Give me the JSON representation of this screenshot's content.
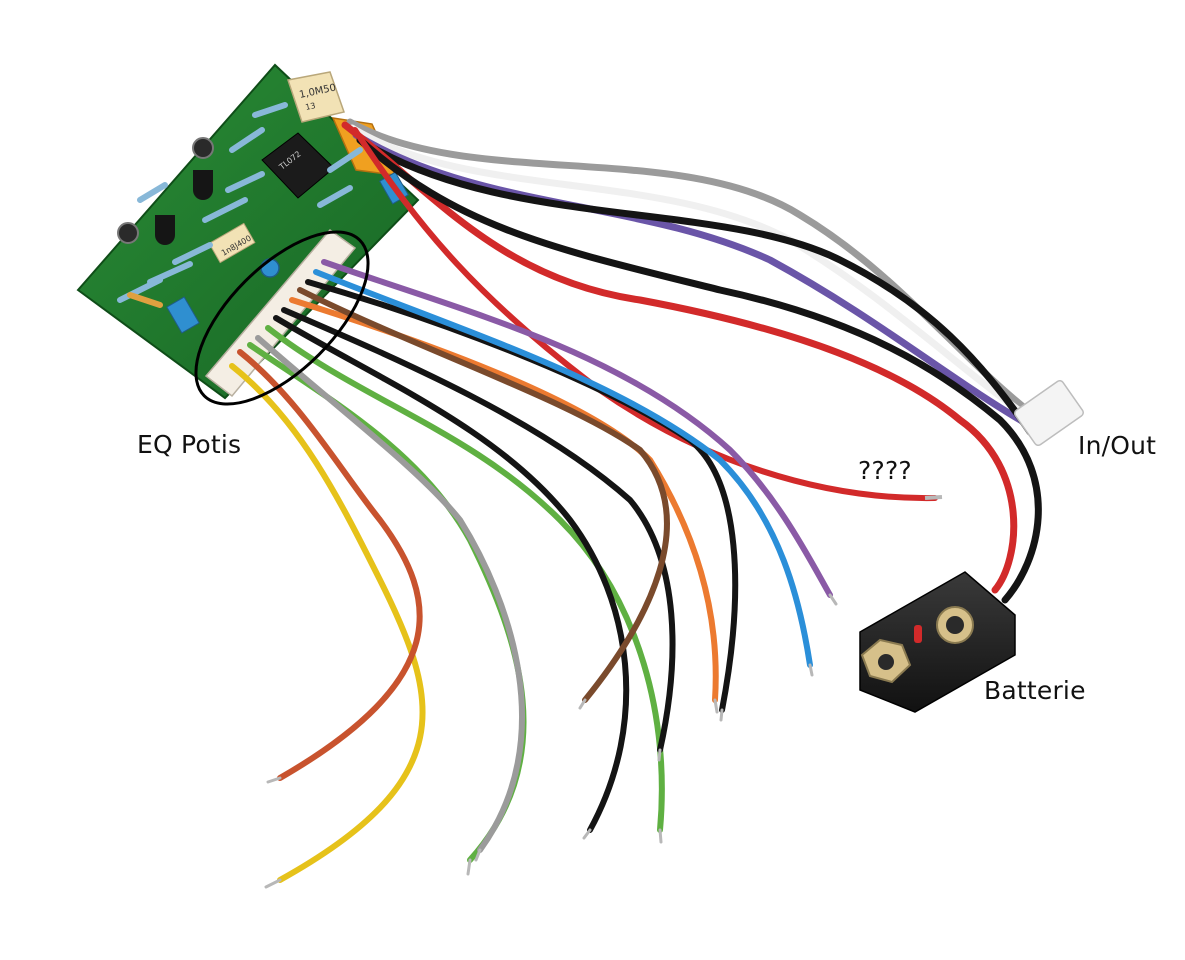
{
  "labels": {
    "eq_potis": "EQ Potis",
    "unknown_wire": "????",
    "in_out": "In/Out",
    "battery": "Batterie"
  },
  "components": {
    "pot_resistor_text": "1,0M50",
    "pot_resistor_subtext": "13",
    "chip_text": "TL072",
    "capacitor_text": "1n8J400"
  },
  "colors": {
    "pcb": "#1f7a2e",
    "highlight_ellipse": "#000000",
    "wire_colors": [
      "#d22a2a",
      "#141414",
      "#6a55a8",
      "#f0f0f0",
      "#9b9b9b",
      "#e6c21a",
      "#c8532e",
      "#5fb042",
      "#7a4a2c",
      "#2b8fd9",
      "#ec7a30",
      "#8a5aa6"
    ]
  }
}
